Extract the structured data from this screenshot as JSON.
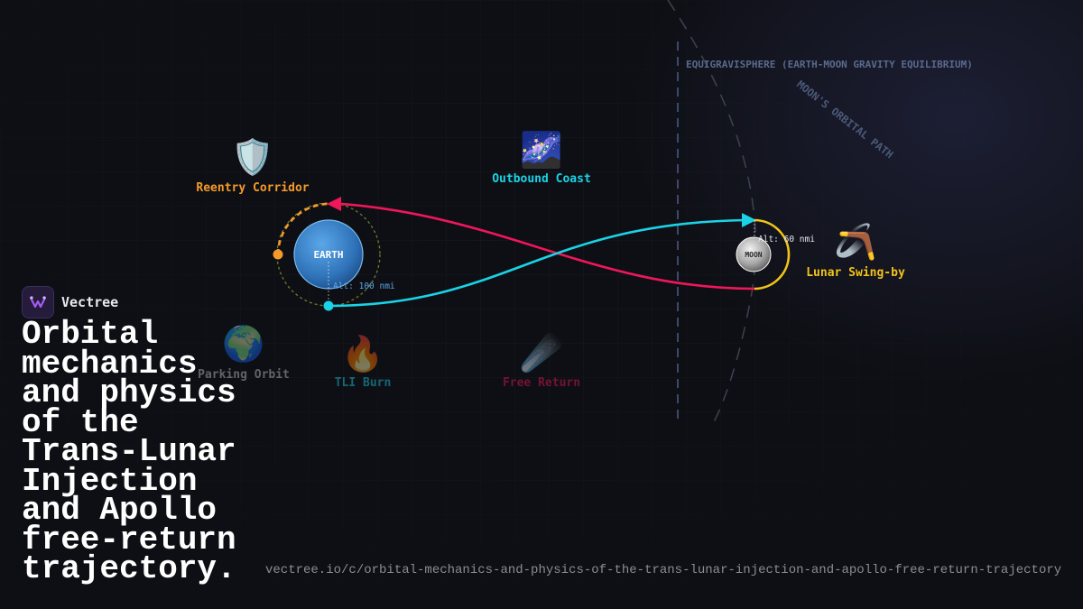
{
  "brand": {
    "name": "Vectree",
    "logo_icon": "vectree-logo-icon",
    "accent": "#a45cf0"
  },
  "headline": "Orbital mechanics and physics of the Trans-Lunar Injection and Apollo free-return trajectory.",
  "url": "vectree.io/c/orbital-mechanics-and-physics-of-the-trans-lunar-injection-and-apollo-free-return-trajectory",
  "diagram": {
    "equigravisphere_label": "EQUIGRAVISPHERE (EARTH-MOON GRAVITY EQUILIBRIUM)",
    "moon_orbit_label": "MOON'S ORBITAL PATH",
    "earth": {
      "label": "EARTH",
      "altitude_label": "Alt: 100 nmi"
    },
    "moon": {
      "label": "MOON",
      "altitude_label": "Alt: 60 nmi"
    },
    "colors": {
      "outbound": "#1ad3e6",
      "return": "#f0165a",
      "reentry": "#f59a2a",
      "swingby": "#f3c31a",
      "parking_orbit": "#6a7e2c",
      "boundary": "#3b4a6b"
    },
    "phases": [
      {
        "id": "reentry",
        "label": "Reentry Corridor",
        "icon": "shield-icon",
        "glyph": "🛡️",
        "color": "#f59a2a",
        "dim": false
      },
      {
        "id": "outbound",
        "label": "Outbound Coast",
        "icon": "milky-way-icon",
        "glyph": "🌌",
        "color": "#1ad3e6",
        "dim": false
      },
      {
        "id": "swingby",
        "label": "Lunar Swing-by",
        "icon": "boomerang-icon",
        "glyph": "🪃",
        "color": "#f3c31a",
        "dim": false
      },
      {
        "id": "parking",
        "label": "Parking Orbit",
        "icon": "globe-icon",
        "glyph": "🌍",
        "color": "#9a9aa0",
        "dim": true
      },
      {
        "id": "tli",
        "label": "TLI Burn",
        "icon": "fire-icon",
        "glyph": "🔥",
        "color": "#1ad3e6",
        "dim": true
      },
      {
        "id": "free_return",
        "label": "Free Return",
        "icon": "comet-icon",
        "glyph": "☄️",
        "color": "#f0165a",
        "dim": true
      }
    ]
  }
}
